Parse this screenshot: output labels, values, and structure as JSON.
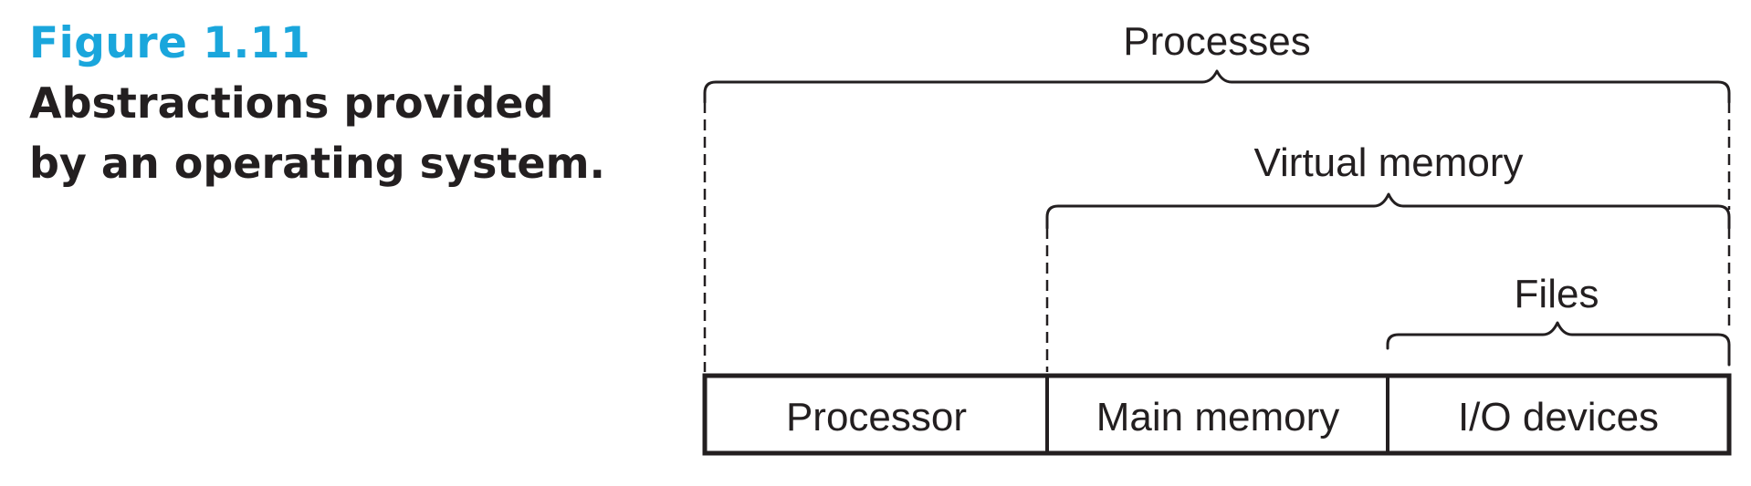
{
  "figure": {
    "label": "Figure 1.11",
    "title": "Abstractions provided by an operating system.",
    "accent_color": "#1aa6dc",
    "text_color": "#231f20"
  },
  "diagram": {
    "resources": [
      {
        "label": "Processor"
      },
      {
        "label": "Main memory"
      },
      {
        "label": "I/O devices"
      }
    ],
    "abstractions": [
      {
        "label": "Processes",
        "spans": [
          "Processor",
          "Main memory",
          "I/O devices"
        ]
      },
      {
        "label": "Virtual memory",
        "spans": [
          "Main memory",
          "I/O devices"
        ]
      },
      {
        "label": "Files",
        "spans": [
          "I/O devices"
        ]
      }
    ]
  }
}
